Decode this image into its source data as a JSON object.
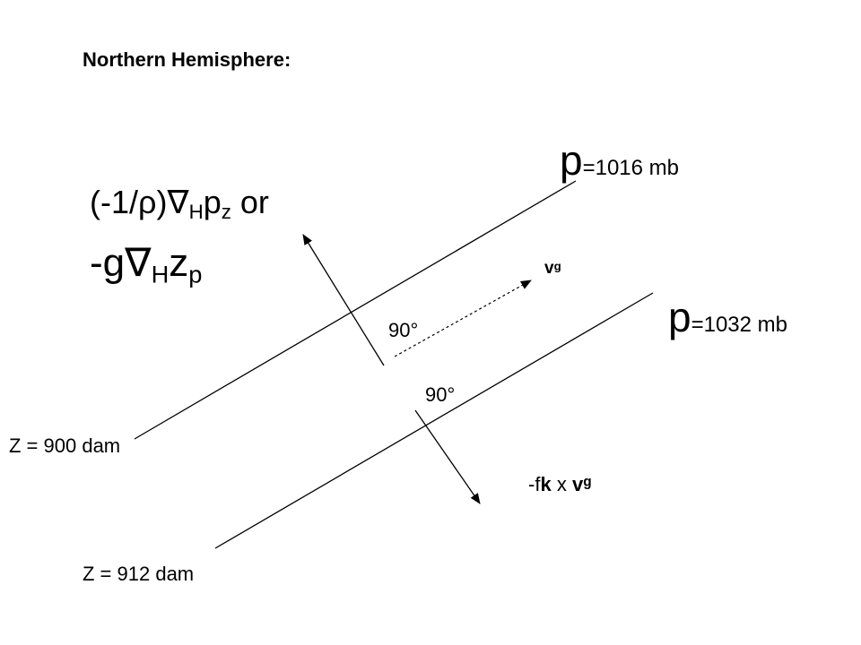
{
  "title": "Northern Hemisphere:",
  "isobar_1016": {
    "symbol": "p",
    "value": "=1016 mb"
  },
  "isobar_1032": {
    "symbol": "p",
    "value": "=1032 mb"
  },
  "pressure_gradient": {
    "line1_prefix": "(-1/",
    "rho": "ρ",
    "line1_paren": ")",
    "nabla": "∇",
    "sub_H": "H",
    "p": "p",
    "sub_z": "z",
    "or": " or",
    "line2_prefix": "-g",
    "z": "z",
    "sub_p": "p"
  },
  "geostrophic_wind": {
    "base": "v",
    "sup": "g"
  },
  "angle_upper": "90°",
  "angle_lower": "90°",
  "contour_900": "Z = 900 dam",
  "contour_912": "Z = 912 dam",
  "coriolis": {
    "prefix": "-f",
    "k": "k",
    "times": " x ",
    "v": "v",
    "sup": "g"
  },
  "colors": {
    "ink": "#000000",
    "background": "#ffffff"
  }
}
